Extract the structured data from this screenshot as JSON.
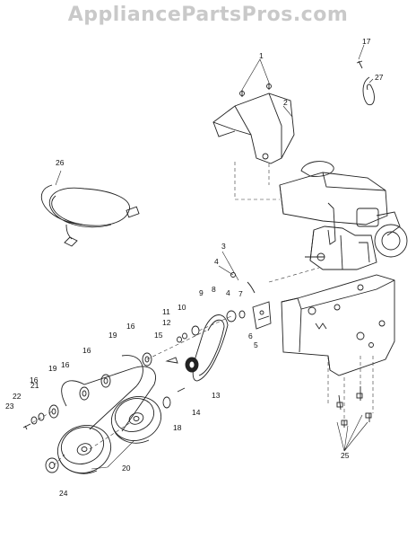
{
  "watermark": "AppliancePartsPros.com",
  "callouts": [
    {
      "id": "c1",
      "label": "1"
    },
    {
      "id": "c2",
      "label": "2"
    },
    {
      "id": "c3",
      "label": "3"
    },
    {
      "id": "c4a",
      "label": "4"
    },
    {
      "id": "c4b",
      "label": "4"
    },
    {
      "id": "c5",
      "label": "5"
    },
    {
      "id": "c6",
      "label": "6"
    },
    {
      "id": "c7",
      "label": "7"
    },
    {
      "id": "c8",
      "label": "8"
    },
    {
      "id": "c9",
      "label": "9"
    },
    {
      "id": "c10",
      "label": "10"
    },
    {
      "id": "c11",
      "label": "11"
    },
    {
      "id": "c12",
      "label": "12"
    },
    {
      "id": "c13",
      "label": "13"
    },
    {
      "id": "c14",
      "label": "14"
    },
    {
      "id": "c15",
      "label": "15"
    },
    {
      "id": "c16a",
      "label": "16"
    },
    {
      "id": "c16b",
      "label": "16"
    },
    {
      "id": "c16c",
      "label": "16"
    },
    {
      "id": "c16d",
      "label": "16"
    },
    {
      "id": "c17",
      "label": "17"
    },
    {
      "id": "c18",
      "label": "18"
    },
    {
      "id": "c19a",
      "label": "19"
    },
    {
      "id": "c19b",
      "label": "19"
    },
    {
      "id": "c20",
      "label": "20"
    },
    {
      "id": "c21",
      "label": "21"
    },
    {
      "id": "c22",
      "label": "22"
    },
    {
      "id": "c23",
      "label": "23"
    },
    {
      "id": "c24",
      "label": "24"
    },
    {
      "id": "c25",
      "label": "25"
    },
    {
      "id": "c26",
      "label": "26"
    },
    {
      "id": "c27",
      "label": "27"
    }
  ]
}
